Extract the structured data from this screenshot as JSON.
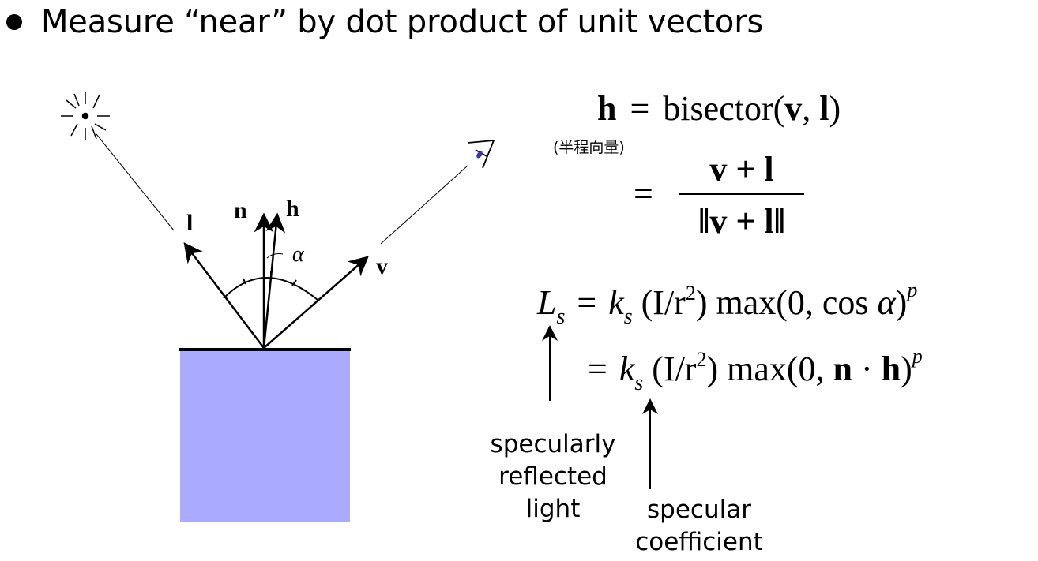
{
  "bullet": {
    "text": "Measure “near” by dot product of unit vectors"
  },
  "diagram": {
    "labels": {
      "l": "l",
      "n": "n",
      "h": "h",
      "v": "v",
      "alpha": "α"
    },
    "colors": {
      "surface": "#aaaaff",
      "surface_line": "#000000",
      "eye_iris": "#3a3aa8"
    }
  },
  "equations": {
    "h_lhs": "h",
    "eq": "=",
    "bisector_text": "bisector(",
    "bisector_v": "v",
    "comma": ", ",
    "bisector_l": "l",
    "close_paren": ")",
    "half_vector_note": "(半程向量)",
    "frac_numerator": "v + l",
    "frac_denominator": "‖v + l‖",
    "Ls_L": "L",
    "Ls_sub": "s",
    "ks_k": "k",
    "ks_sub": "s",
    "I_over_r": "(I/r",
    "r_exp": "2",
    "max_open": ") max(0, cos ",
    "alpha": "α",
    "max_close": ")",
    "p_exp": "p",
    "max_open_2": ") max(0, ",
    "n": "n",
    "dot": " · ",
    "h": "h"
  },
  "annotations": {
    "specular_light": [
      "specularly",
      "reflected",
      "light"
    ],
    "specular_coef": [
      "specular",
      "coefficient"
    ]
  }
}
